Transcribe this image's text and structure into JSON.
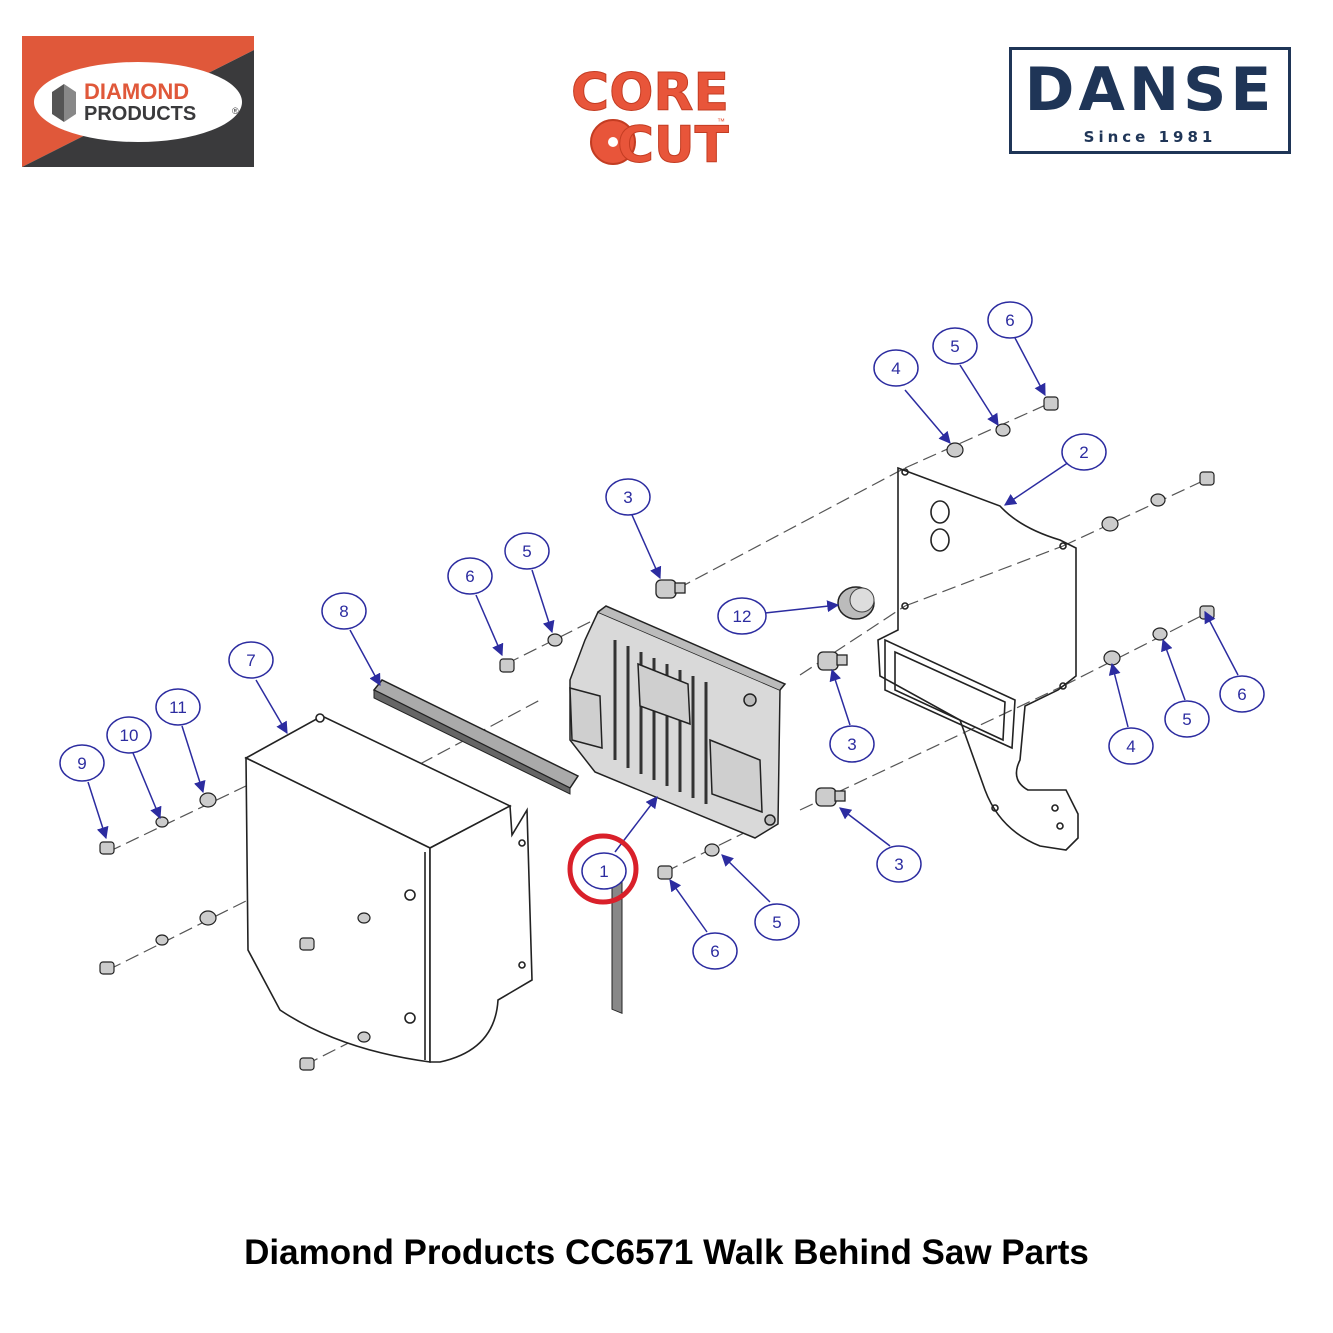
{
  "logos": {
    "diamond_products": {
      "line1": "DIAMOND",
      "line2": "PRODUCTS",
      "mark": "®",
      "colors": {
        "orange": "#e0583a",
        "dark": "#3a3a3c"
      }
    },
    "core_cut": {
      "line1": "CORE",
      "line2": "CUT",
      "mark": "™",
      "color": "#e8553a"
    },
    "danse": {
      "name": "DANSE",
      "tagline": "Since 1981",
      "color": "#1f3557"
    }
  },
  "diagram": {
    "highlight_color": "#d9202a",
    "callout_color": "#2c2ca0",
    "callouts": [
      {
        "id": "c-6-top",
        "label": "6"
      },
      {
        "id": "c-5-top",
        "label": "5"
      },
      {
        "id": "c-4-top",
        "label": "4"
      },
      {
        "id": "c-2",
        "label": "2"
      },
      {
        "id": "c-3-upper",
        "label": "3"
      },
      {
        "id": "c-5-left",
        "label": "5"
      },
      {
        "id": "c-6-left",
        "label": "6"
      },
      {
        "id": "c-8",
        "label": "8"
      },
      {
        "id": "c-12",
        "label": "12"
      },
      {
        "id": "c-7",
        "label": "7"
      },
      {
        "id": "c-11",
        "label": "11"
      },
      {
        "id": "c-10",
        "label": "10"
      },
      {
        "id": "c-9",
        "label": "9"
      },
      {
        "id": "c-3-mid",
        "label": "3"
      },
      {
        "id": "c-6-right",
        "label": "6"
      },
      {
        "id": "c-5-right",
        "label": "5"
      },
      {
        "id": "c-4-right",
        "label": "4"
      },
      {
        "id": "c-3-lower",
        "label": "3"
      },
      {
        "id": "c-1",
        "label": "1"
      },
      {
        "id": "c-5-bottom",
        "label": "5"
      },
      {
        "id": "c-6-bottom",
        "label": "6"
      }
    ]
  },
  "caption": "Diamond Products CC6571 Walk Behind Saw Parts"
}
